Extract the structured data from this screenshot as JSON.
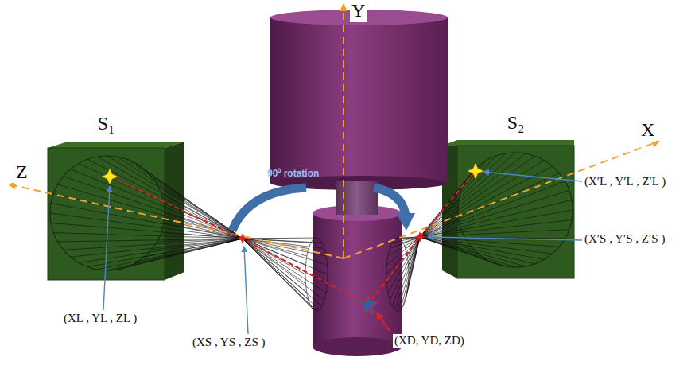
{
  "diagram": {
    "nodes": [
      {
        "text": [
          "S₁"
        ]
      },
      {
        "text": [
          "S₂"
        ]
      }
    ],
    "labels": [
      "Z",
      "Y",
      "X",
      "90⁰ rotation",
      "(XL , YL , ZL )",
      "(XS , YS , ZS )",
      "(XD, YD, ZD)",
      "(X′L , Y′L , Z′L )",
      "(X′S , Y′S , Z′S )"
    ]
  }
}
